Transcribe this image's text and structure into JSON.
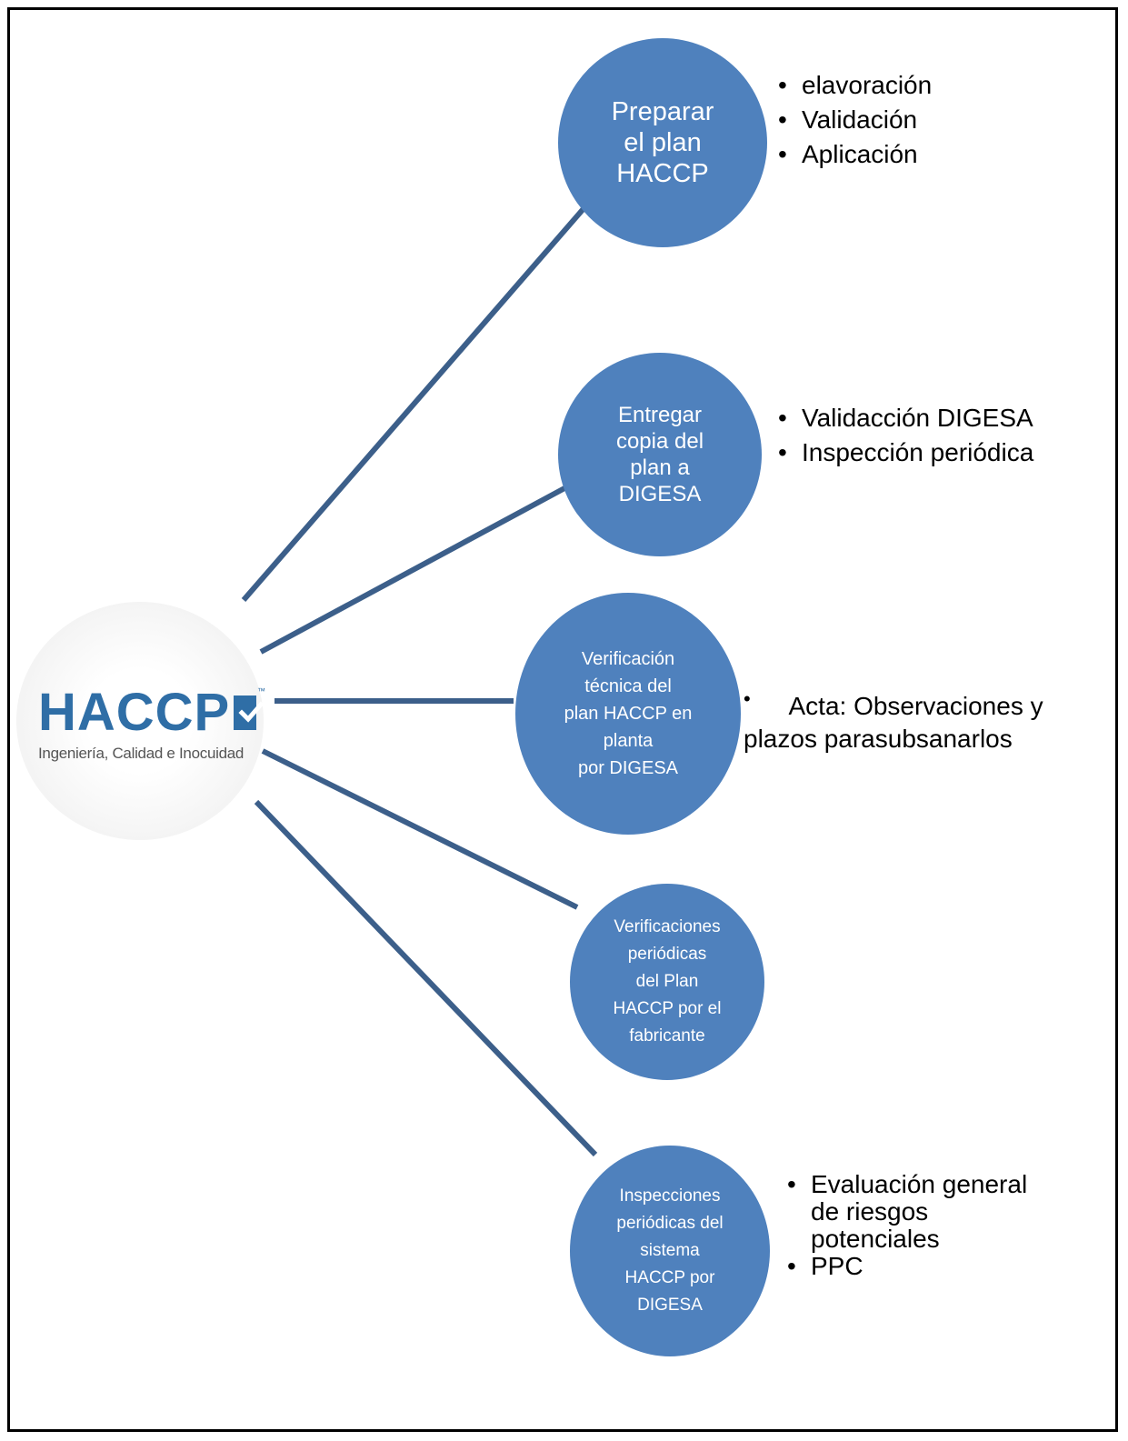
{
  "hub": {
    "logo_text": "HACCP",
    "tagline": "Ingeniería, Calidad e Inocuidad"
  },
  "nodes": [
    {
      "lines": [
        "Preparar",
        "el plan",
        "HACCP"
      ],
      "bullets": [
        "elavoración",
        "Validación",
        "Aplicación"
      ]
    },
    {
      "lines": [
        "Entregar",
        "copia del",
        "plan a",
        "DIGESA"
      ],
      "bullets": [
        "Validacción DIGESA",
        "Inspección periódica"
      ]
    },
    {
      "lines": [
        "Verificación",
        "técnica del",
        "plan HACCP en",
        "planta",
        "por DIGESA"
      ],
      "bullets": []
    },
    {
      "lines": [
        "Verificaciones",
        "periódicas",
        "del Plan",
        "HACCP por el",
        "fabricante"
      ],
      "bullets": []
    },
    {
      "lines": [
        "Inspecciones",
        "periódicas del",
        "sistema",
        "HACCP por",
        "DIGESA"
      ],
      "bullets": [
        "Evaluación general de riesgos potenciales",
        "PPC"
      ]
    }
  ],
  "acta": {
    "bullet": "•",
    "line1": "Acta: Observaciones y",
    "line2": "plazos parasubsanarlos"
  },
  "colors": {
    "node": "#4f81bd",
    "connector": "#3c5f8a",
    "logo": "#2f6ea6"
  }
}
